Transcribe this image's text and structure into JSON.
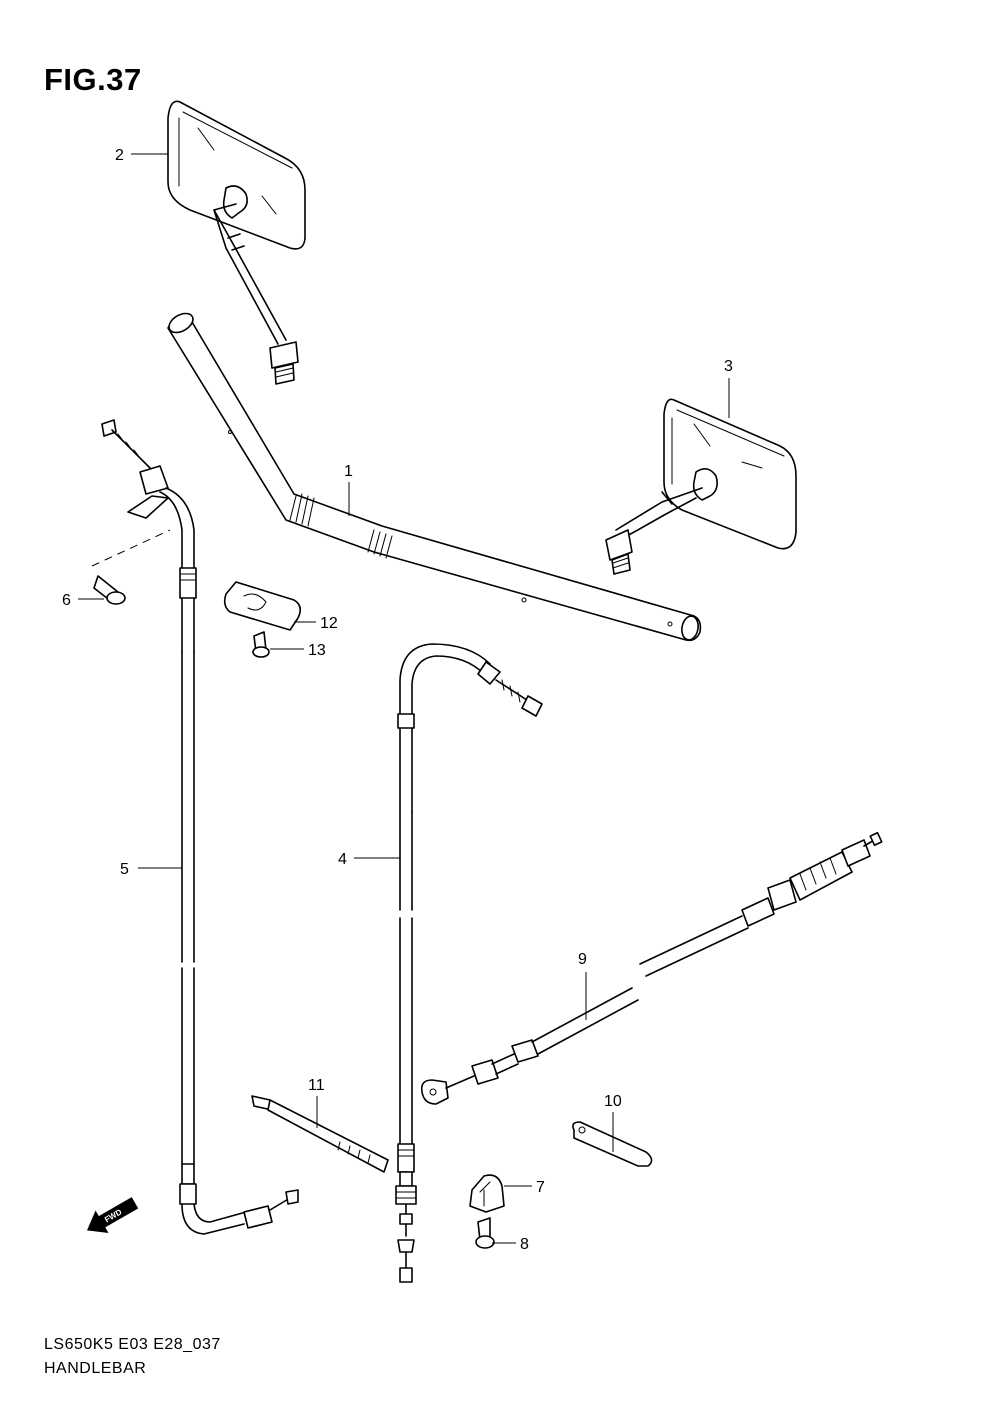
{
  "figure": {
    "title": "FIG.37",
    "model_code": "LS650K5 E03 E28_037",
    "section_name": "HANDLEBAR"
  },
  "direction_indicator": {
    "label": "FWD",
    "icon": "fwd-arrow-icon"
  },
  "callouts": [
    {
      "number": "1",
      "part": "handlebar"
    },
    {
      "number": "2",
      "part": "mirror-left"
    },
    {
      "number": "3",
      "part": "mirror-right"
    },
    {
      "number": "4",
      "part": "clutch-cable"
    },
    {
      "number": "5",
      "part": "throttle-cable"
    },
    {
      "number": "6",
      "part": "screw"
    },
    {
      "number": "7",
      "part": "clamp"
    },
    {
      "number": "8",
      "part": "screw"
    },
    {
      "number": "9",
      "part": "cable"
    },
    {
      "number": "10",
      "part": "bracket"
    },
    {
      "number": "11",
      "part": "cable-tie"
    },
    {
      "number": "12",
      "part": "cable-clip"
    },
    {
      "number": "13",
      "part": "screw"
    }
  ]
}
